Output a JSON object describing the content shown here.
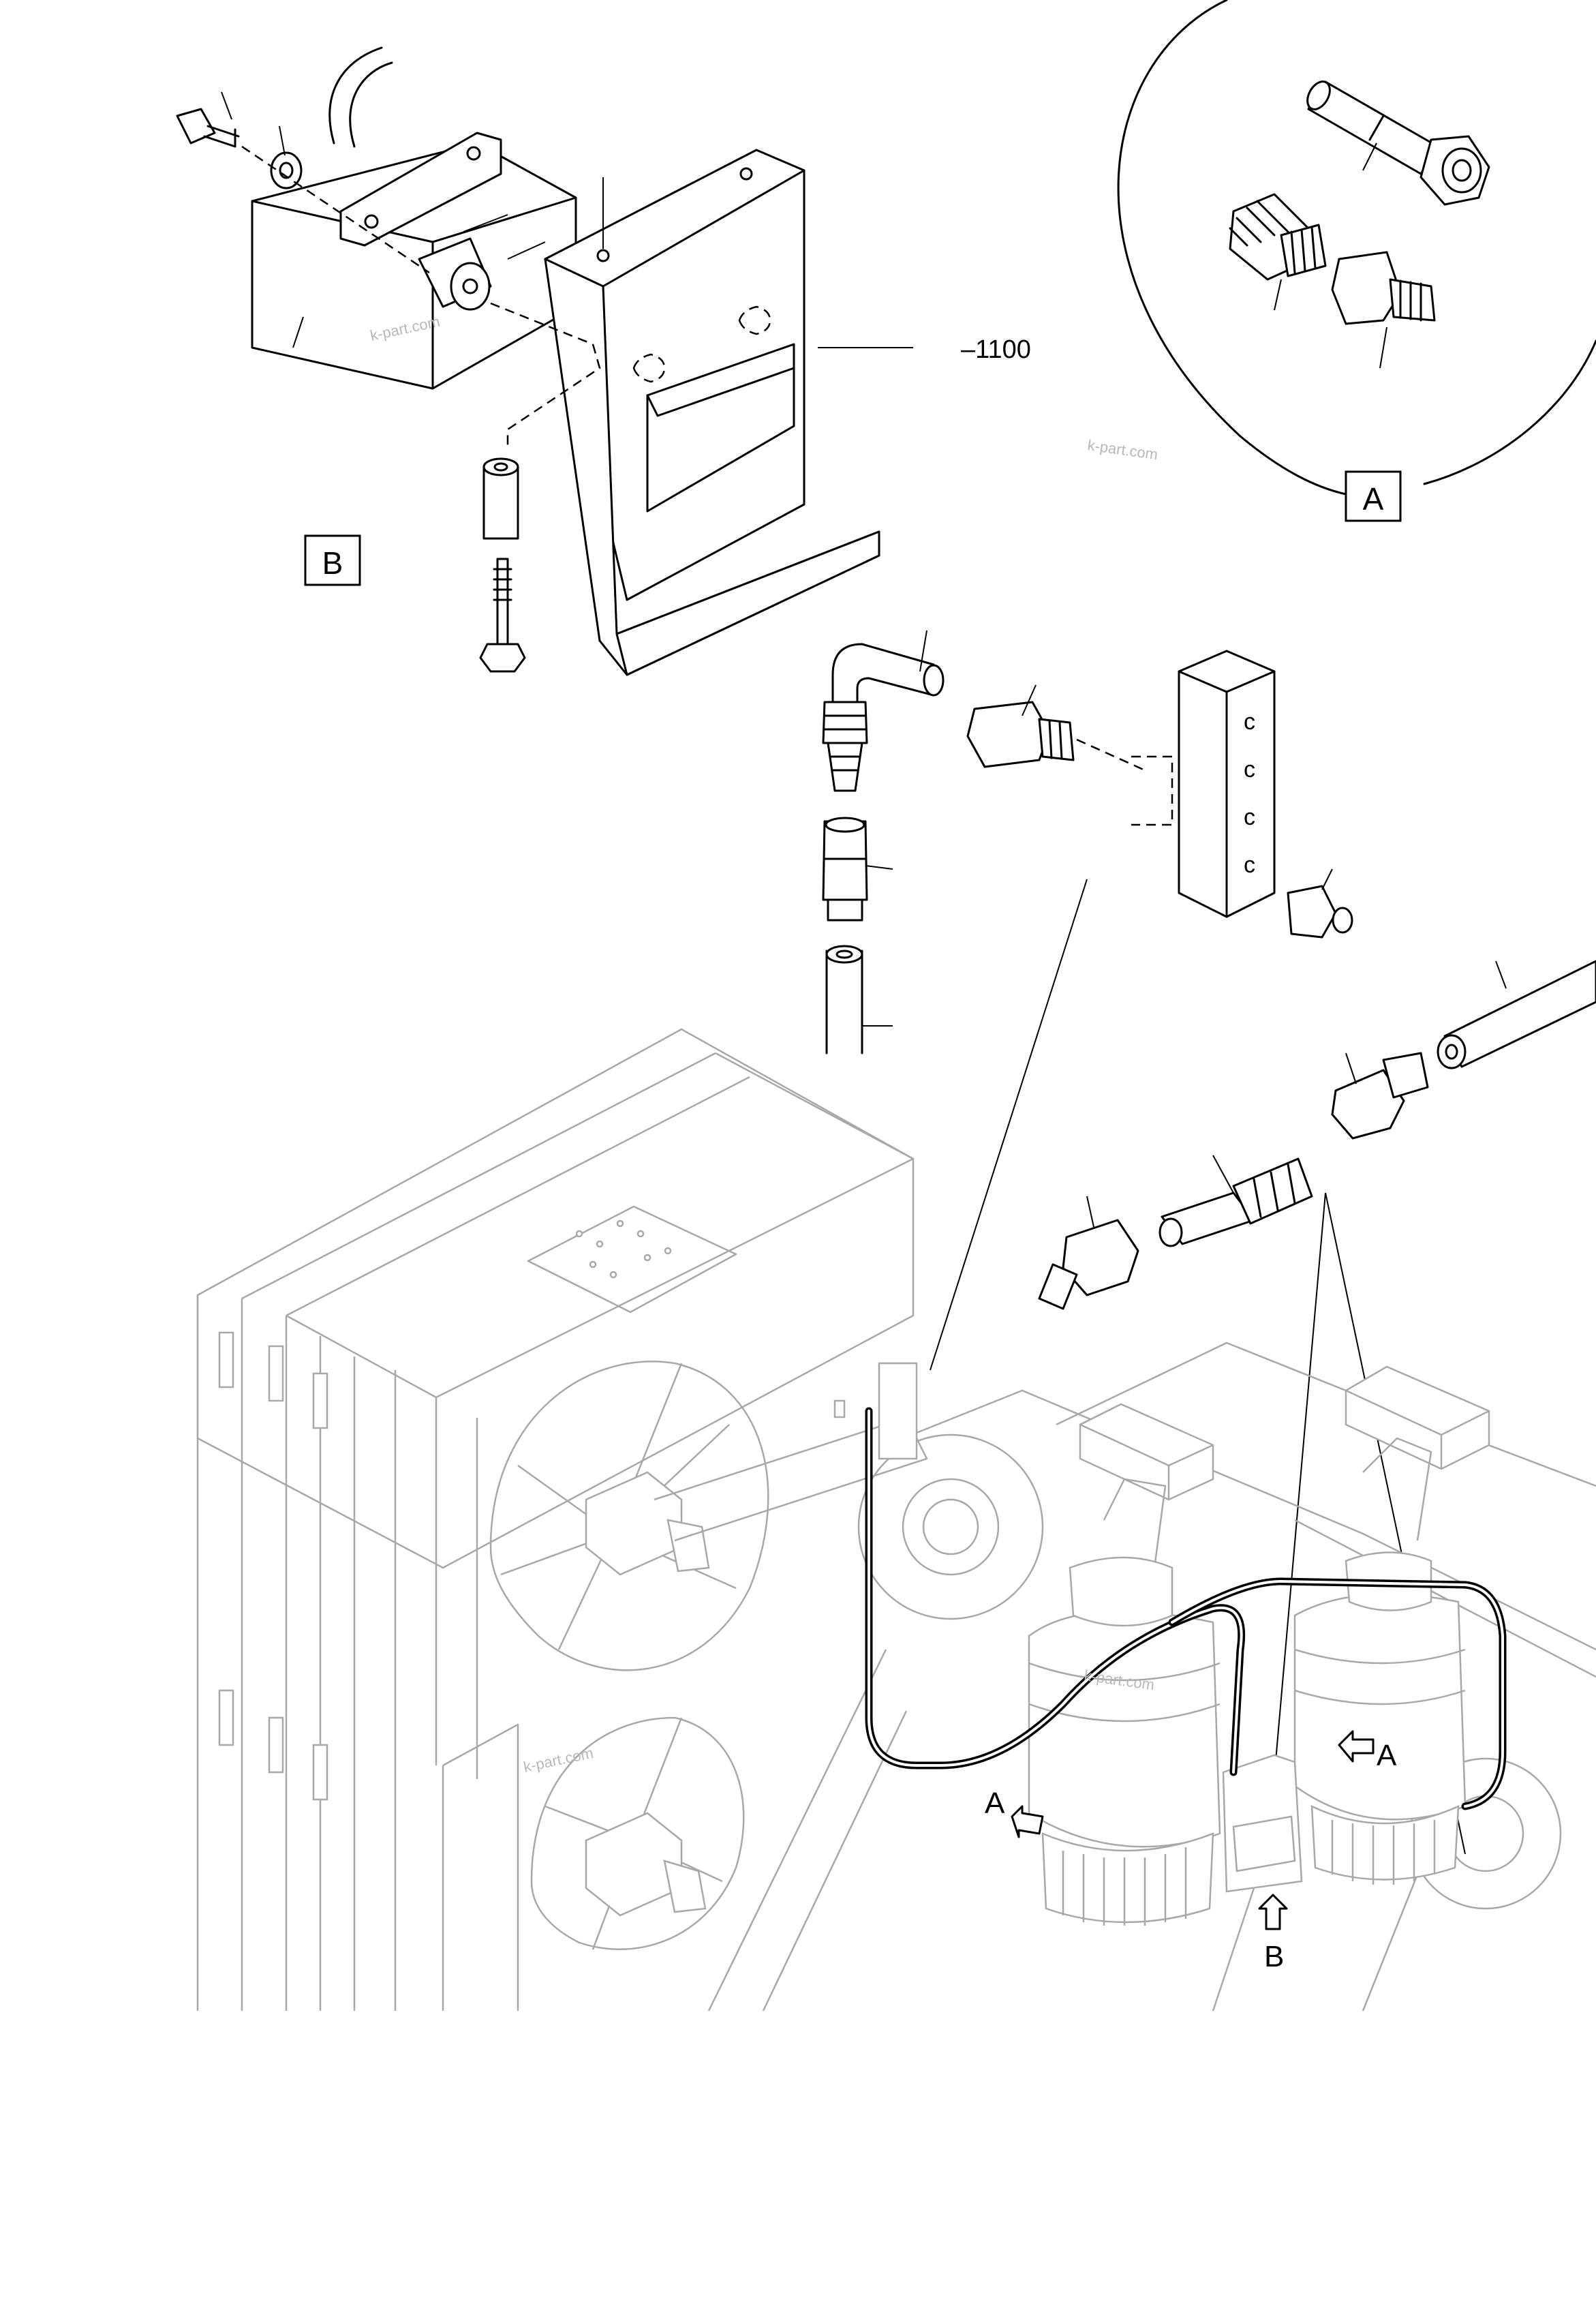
{
  "diagram": {
    "part_number_label": "–1100",
    "detail_a_label": "A",
    "detail_b_label": "B",
    "callout_a_left": "A",
    "callout_a_right": "A",
    "callout_b": "B",
    "watermark": "k-part.com"
  }
}
